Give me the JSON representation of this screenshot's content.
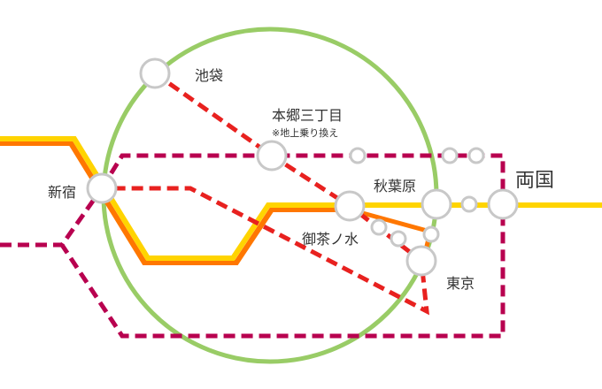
{
  "colors": {
    "yamanote": "#99cc66",
    "chuo_yellow": "#ffd400",
    "chuo_orange": "#ff7700",
    "marunouchi": "#e8211f",
    "oedo": "#b8004f",
    "station_stroke": "#c8c8c8"
  },
  "stations": {
    "ikebukuro": "池袋",
    "hongo": "本郷三丁目",
    "hongo_note": "※地上乗り換え",
    "shinjuku": "新宿",
    "akihabara": "秋葉原",
    "ochanomizu": "御茶ノ水",
    "tokyo": "東京",
    "ryogoku": "両国"
  }
}
